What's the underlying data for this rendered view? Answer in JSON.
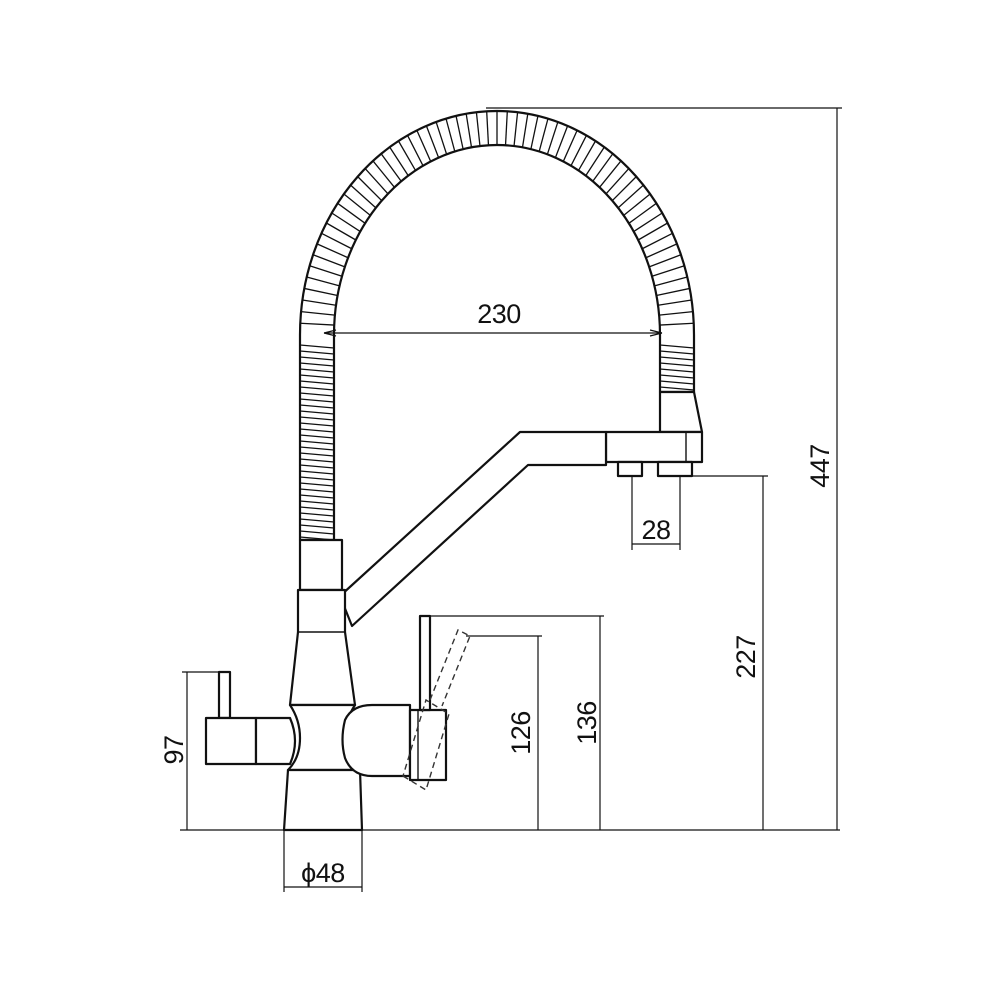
{
  "dimensions": {
    "hose_span": "230",
    "sprayer_nozzle": "28",
    "total_height": "447",
    "spout_height": "227",
    "filter_spout_height": "136",
    "filter_outlet_height": "126",
    "lever_height": "97",
    "base_diameter": "ϕ48"
  },
  "colors": {
    "line": "#111111",
    "background": "#ffffff"
  }
}
